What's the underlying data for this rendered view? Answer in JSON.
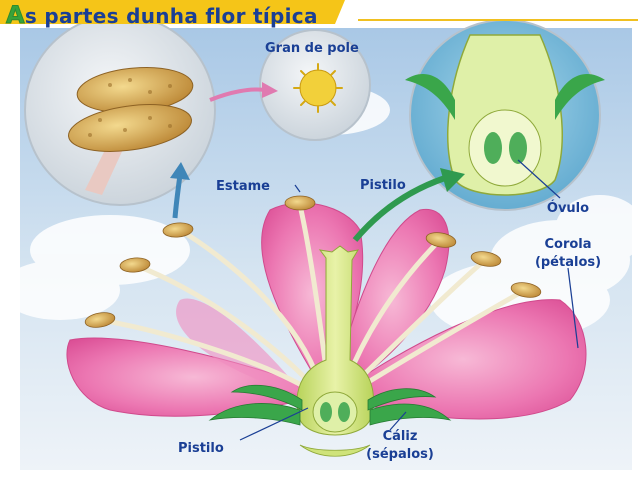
{
  "title": {
    "first_letter": "A",
    "rest": "s partes dunha flor típica"
  },
  "labels": {
    "pollen_grain": "Gran de pole",
    "stamen": "Estame",
    "pistil_top": "Pistilo",
    "ovule": "Óvulo",
    "corolla_line1": "Corola",
    "corolla_line2": "(pétalos)",
    "pistil_bottom": "Pistilo",
    "calyx_line1": "Cáliz",
    "calyx_line2": "(sépalos)"
  },
  "colors": {
    "title_text": "#1a3f95",
    "title_accent": "#f0c020",
    "label_text": "#1a3f95",
    "petal": "#e96aa8",
    "sepal": "#3aa64a",
    "pistil": "#cfe37a",
    "anther": "#d9a64a",
    "sky": "#c9dcef",
    "arrow_blue": "#3f86b8",
    "arrow_green": "#2f9a4f",
    "arrow_pink": "#e07ab0"
  }
}
